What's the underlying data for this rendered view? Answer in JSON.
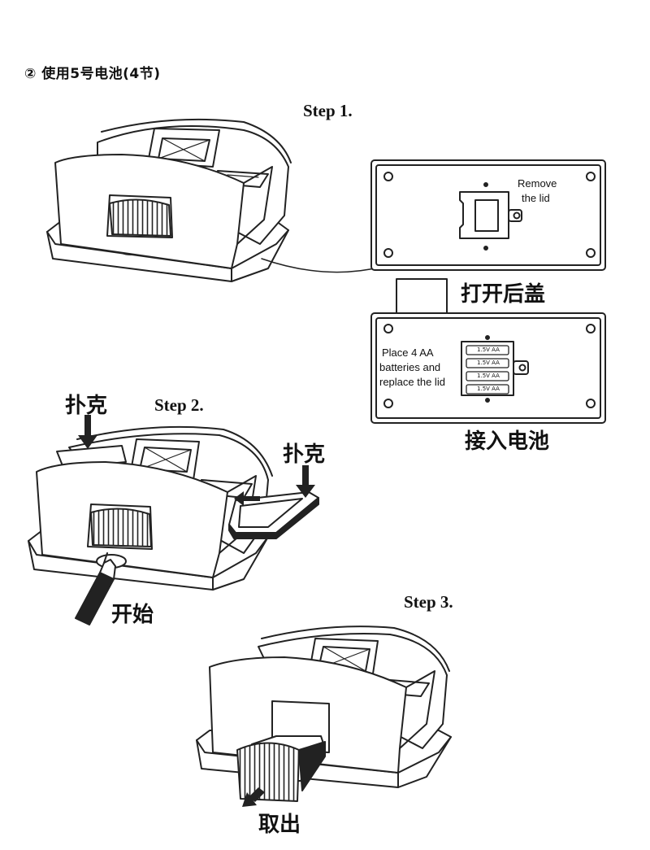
{
  "heading": "② 使用5号电池(4节)",
  "steps": {
    "step1": "Step 1.",
    "step2": "Step 2.",
    "step3": "Step 3."
  },
  "panel_top": {
    "text_line1": "Remove",
    "text_line2": "the lid",
    "caption": "打开后盖"
  },
  "panel_bottom": {
    "text_line1": "Place 4 AA",
    "text_line2": "batteries and",
    "text_line3": "replace the lid",
    "caption": "接入电池",
    "battery_label": "1.5V AA"
  },
  "labels": {
    "cards_left": "扑克",
    "cards_right": "扑克",
    "start": "开始",
    "take_out": "取出"
  }
}
